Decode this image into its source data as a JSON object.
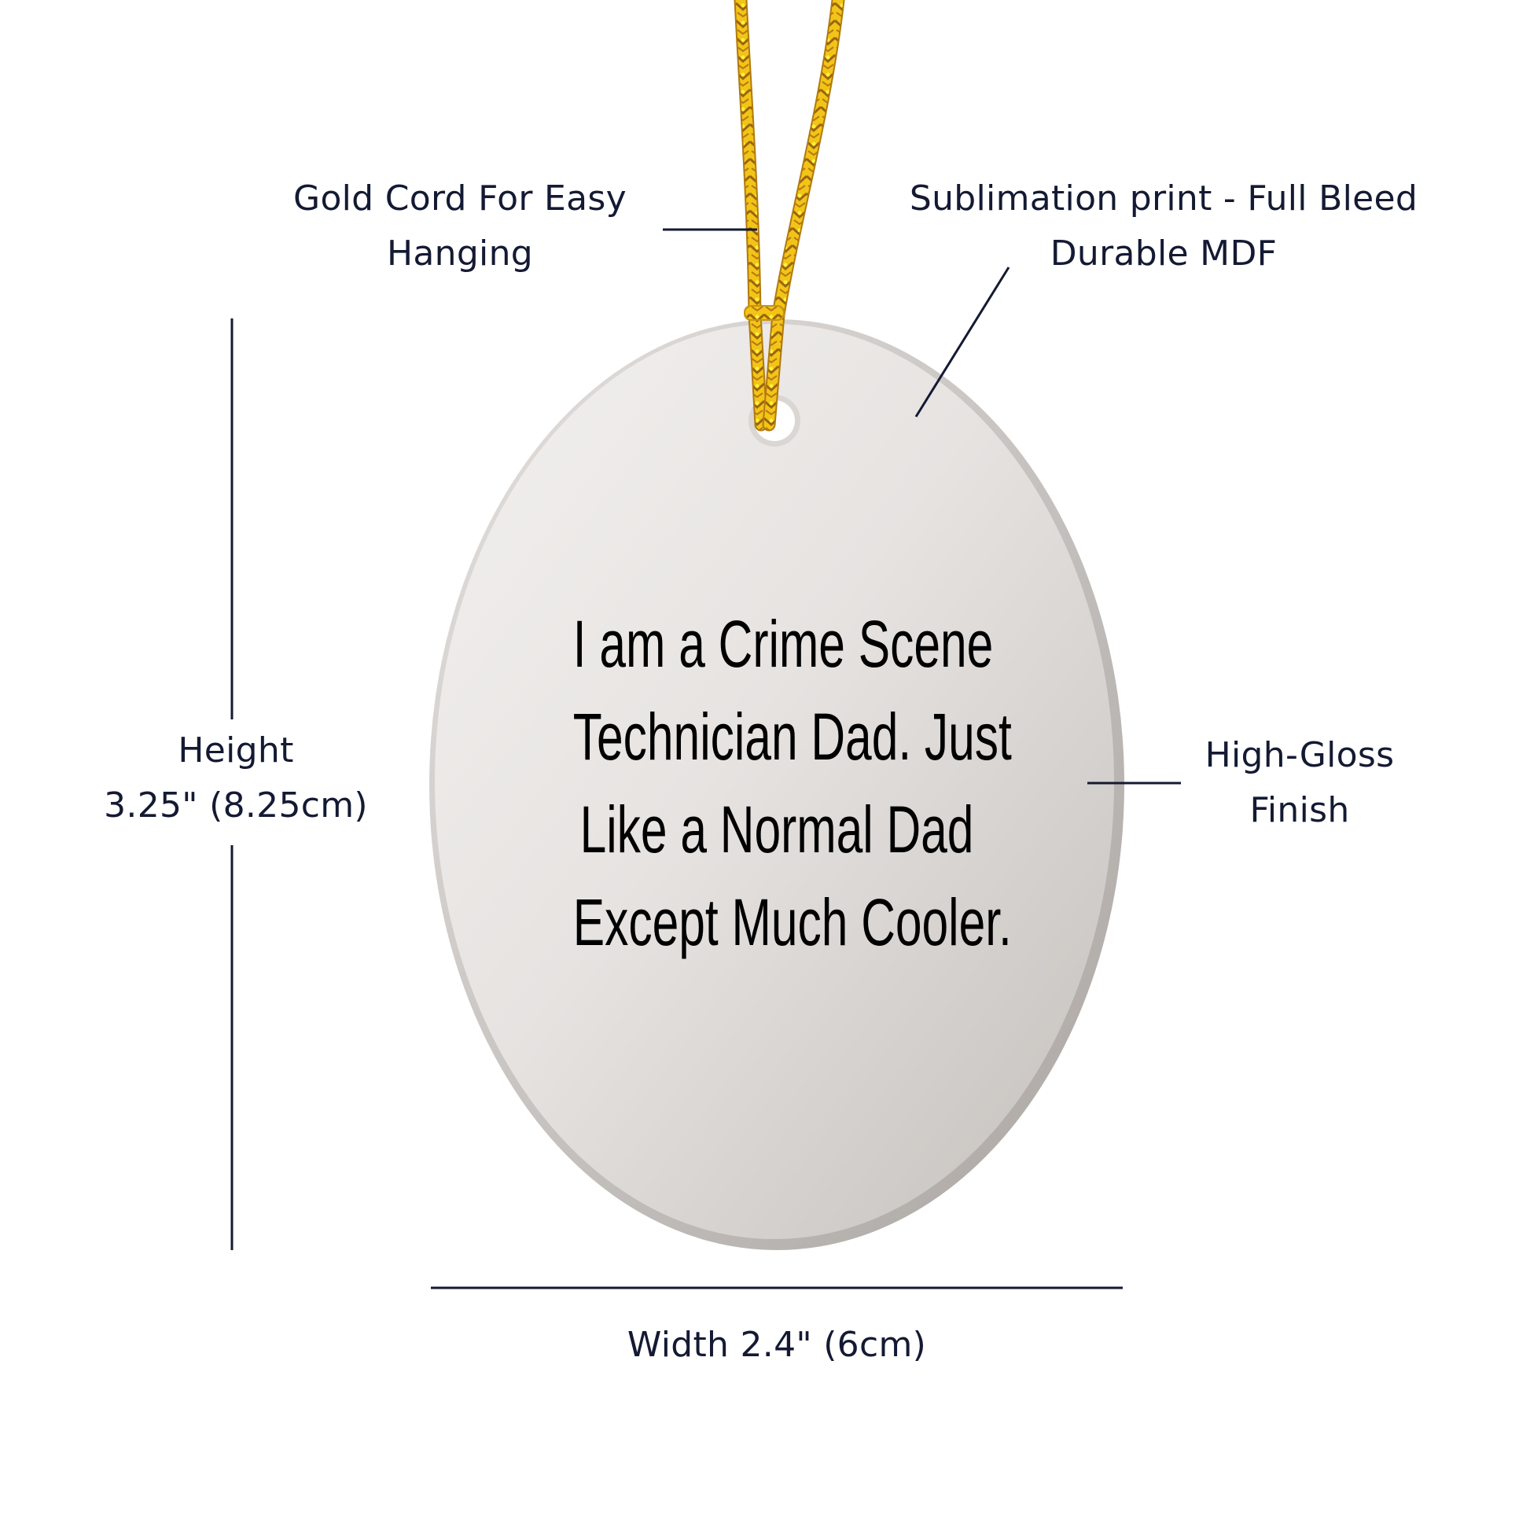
{
  "product": {
    "type": "oval ornament",
    "quote_lines": [
      "I am a Crime Scene",
      "Technician Dad. Just",
      "Like a Normal Dad",
      "Except Much Cooler."
    ]
  },
  "annotations": {
    "cord": {
      "lines": [
        "Gold Cord For Easy",
        "Hanging"
      ]
    },
    "print": {
      "lines": [
        "Sublimation print - Full Bleed",
        "Durable MDF"
      ]
    },
    "finish": {
      "lines": [
        "High-Gloss",
        "Finish"
      ]
    },
    "height": {
      "lines": [
        "Height",
        "3.25\" (8.25cm)"
      ]
    },
    "width": {
      "lines": [
        "Width 2.4\" (6cm)"
      ]
    }
  },
  "colors": {
    "text": "#141a33",
    "line": "#141a33",
    "ornament_light": "#f1efed",
    "ornament_dark": "#c9c4c0",
    "cord_gold": "#f0c419",
    "cord_brown": "#8a5a12"
  }
}
